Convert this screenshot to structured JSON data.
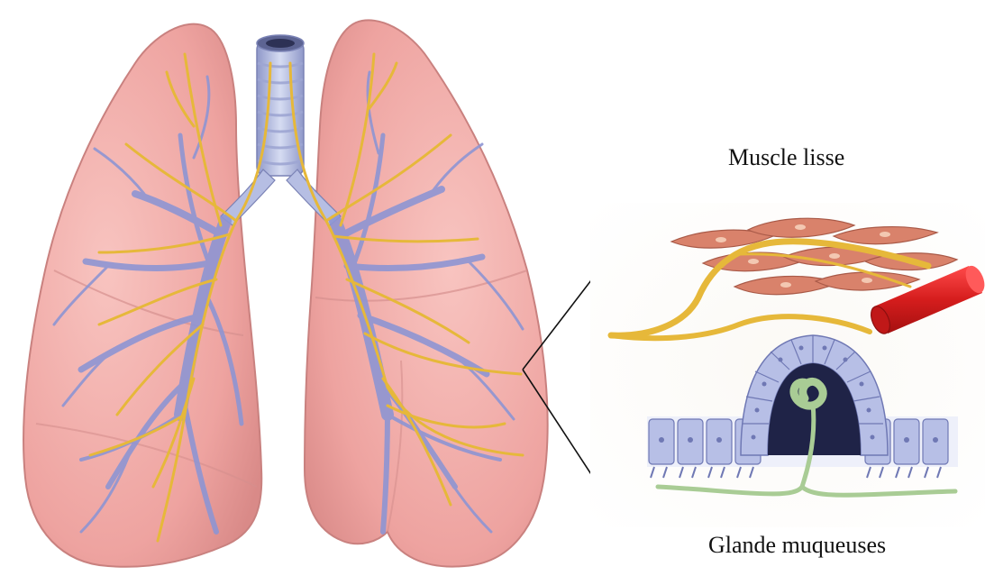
{
  "labels": {
    "muscle": "Muscle lisse",
    "glande": "Glande muqueuses"
  },
  "colors": {
    "lung_fill": "#f0aaa8",
    "lung_edge": "#c9817f",
    "bronchi": "#8e95d3",
    "nerve": "#e6b83a",
    "muscle_cell": "#d9826b",
    "muscle_nucleus": "#f3c8b2",
    "vessel": "#d62020",
    "epithelium": "#b7bfe6",
    "gland_duct": "#a9cc95",
    "inset_bg": "#f7f4ef"
  },
  "icons": [
    "lungs-illustration",
    "trachea",
    "bronchial-tree",
    "vagus-nerve",
    "smooth-muscle-cells",
    "blood-vessel",
    "mucous-gland",
    "epithelium"
  ]
}
